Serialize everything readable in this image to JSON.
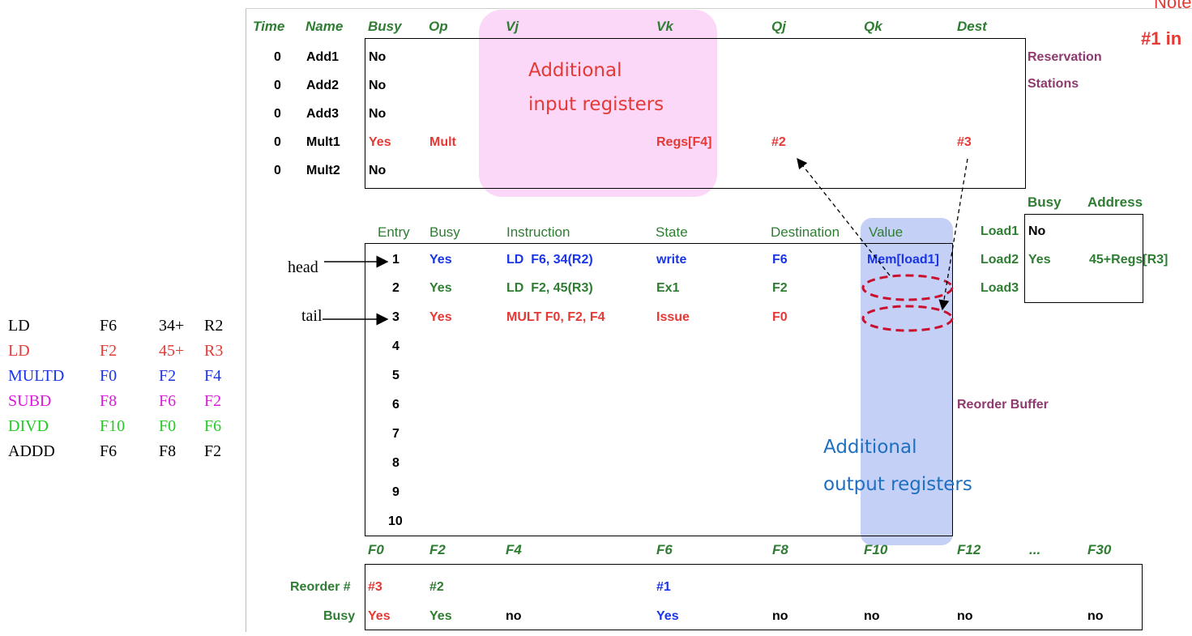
{
  "note_label": [
    "Note",
    "#1 in"
  ],
  "rs": {
    "headers": [
      "Time",
      "Name",
      "Busy",
      "Op",
      "Vj",
      "Vk",
      "Qj",
      "Qk",
      "Dest"
    ],
    "rows": [
      {
        "time": "0",
        "name": "Add1",
        "busy": "No",
        "op": "",
        "vk": "",
        "qj": "",
        "dest": ""
      },
      {
        "time": "0",
        "name": "Add2",
        "busy": "No",
        "op": "",
        "vk": "",
        "qj": "",
        "dest": ""
      },
      {
        "time": "0",
        "name": "Add3",
        "busy": "No",
        "op": "",
        "vk": "",
        "qj": "",
        "dest": ""
      },
      {
        "time": "0",
        "name": "Mult1",
        "busy": "Yes",
        "op": "Mult",
        "vk": "Regs[F4]",
        "qj": "#2",
        "dest": "#3"
      },
      {
        "time": "0",
        "name": "Mult2",
        "busy": "No",
        "op": "",
        "vk": "",
        "qj": "",
        "dest": ""
      }
    ],
    "label": [
      "Reservation",
      "Stations"
    ]
  },
  "callouts": {
    "input": [
      "Additional",
      "input registers"
    ],
    "output": [
      "Additional",
      "output registers"
    ]
  },
  "load_buffers": {
    "headers": [
      "Busy",
      "Address"
    ],
    "rows": [
      {
        "name": "Load1",
        "busy": "No",
        "address": ""
      },
      {
        "name": "Load2",
        "busy": "Yes",
        "address": "45+Regs[R3]"
      },
      {
        "name": "Load3",
        "busy": "",
        "address": ""
      }
    ]
  },
  "rob": {
    "headers": [
      "Entry",
      "Busy",
      "Instruction",
      "State",
      "Destination",
      "Value"
    ],
    "rows": [
      {
        "entry": "1",
        "busy": "Yes",
        "instruction": "LD  F6, 34(R2)",
        "state": "write",
        "dest": "F6",
        "value": "Mem[load1]"
      },
      {
        "entry": "2",
        "busy": "Yes",
        "instruction": "LD  F2, 45(R3)",
        "state": "Ex1",
        "dest": "F2",
        "value": ""
      },
      {
        "entry": "3",
        "busy": "Yes",
        "instruction": "MULT F0, F2, F4",
        "state": "Issue",
        "dest": "F0",
        "value": ""
      },
      {
        "entry": "4"
      },
      {
        "entry": "5"
      },
      {
        "entry": "6"
      },
      {
        "entry": "7"
      },
      {
        "entry": "8"
      },
      {
        "entry": "9"
      },
      {
        "entry": "10"
      }
    ],
    "label": "Reorder Buffer",
    "head_label": "head",
    "tail_label": "tail"
  },
  "regfile": {
    "headers": [
      "F0",
      "F2",
      "F4",
      "F6",
      "F8",
      "F10",
      "F12",
      "...",
      "F30"
    ],
    "reorder_label": "Reorder #",
    "busy_label": "Busy",
    "reorder": [
      "#3",
      "#2",
      "",
      "#1",
      "",
      "",
      "",
      "",
      ""
    ],
    "busy": [
      "Yes",
      "Yes",
      "no",
      "Yes",
      "no",
      "no",
      "no",
      "",
      "no"
    ]
  },
  "program": [
    {
      "op": "LD",
      "a": "F6",
      "b": "34+",
      "c": "R2",
      "color": "#000000"
    },
    {
      "op": "LD",
      "a": "F2",
      "b": "45+",
      "c": "R3",
      "color": "#e53935"
    },
    {
      "op": "MULTD",
      "a": "F0",
      "b": "F2",
      "c": "F4",
      "color": "#1a35e6"
    },
    {
      "op": "SUBD",
      "a": "F8",
      "b": "F6",
      "c": "F2",
      "color": "#d81bd8"
    },
    {
      "op": "DIVD",
      "a": "F10",
      "b": "F0",
      "c": "F6",
      "color": "#22cc22"
    },
    {
      "op": "ADDD",
      "a": "F6",
      "b": "F8",
      "c": "F2",
      "color": "#000000"
    }
  ]
}
